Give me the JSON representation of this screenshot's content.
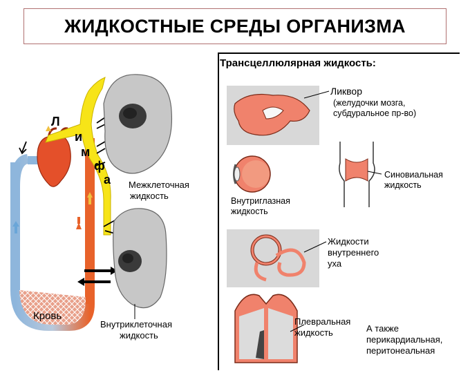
{
  "title": "ЖИДКОСТНЫЕ СРЕДЫ ОРГАНИЗМА",
  "transcellular": {
    "heading": "Трансцеллюлярная жидкость:",
    "liquor_title": "Ликвор",
    "liquor_line1": "(желудочки мозга,",
    "liquor_line2": "субдуральное пр-во)",
    "synovial_line1": "Синовиальная",
    "synovial_line2": "жидкость",
    "intraocular_line1": "Внутриглазная",
    "intraocular_line2": "жидкость",
    "inner_ear_line1": "Жидкости",
    "inner_ear_line2": "внутреннего",
    "inner_ear_line3": "уха",
    "pleural_line1": "Плевральная",
    "pleural_line2": "жидкость",
    "also_line1": "А также",
    "also_line2": "перикардиальная,",
    "also_line3": "перитонеальная"
  },
  "left": {
    "lymph_letters": [
      "Л",
      "и",
      "м",
      "ф",
      "а"
    ],
    "interstitial_line1": "Межклеточная",
    "interstitial_line2": "жидкость",
    "intracellular_line1": "Внутриклеточная",
    "intracellular_line2": "жидкость",
    "blood": "Кровь"
  },
  "colors": {
    "lymph": "#f7e418",
    "artery": "#e8622a",
    "vein": "#8eb6dc",
    "cell": "#c7c7c7",
    "nucleus": "#222222",
    "organ": "#f0826c",
    "panel": "#d8d8d8"
  }
}
